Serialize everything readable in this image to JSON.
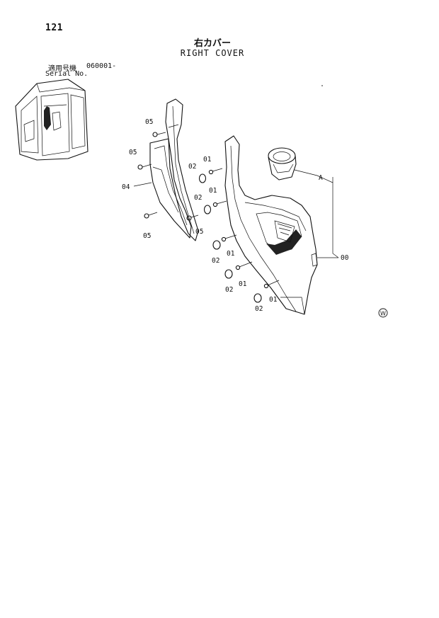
{
  "page": {
    "number": "121",
    "title_jp": "右カバー",
    "title_en": "RIGHT COVER",
    "serial_label_jp": "適用号機",
    "serial_label_en": "Serial No.",
    "serial_value": "060001-"
  },
  "callouts": {
    "c05a": "05",
    "c05b": "05",
    "c04": "04",
    "c05c": "05",
    "c05d": "05",
    "c01a": "01",
    "c02a": "02",
    "c01b": "01",
    "c02b": "02",
    "cA": "A",
    "c00": "00",
    "c01c": "01",
    "c02c": "02",
    "c01d": "01",
    "c02d": "02",
    "c01e": "01",
    "c02e": "02"
  },
  "mark": "W"
}
